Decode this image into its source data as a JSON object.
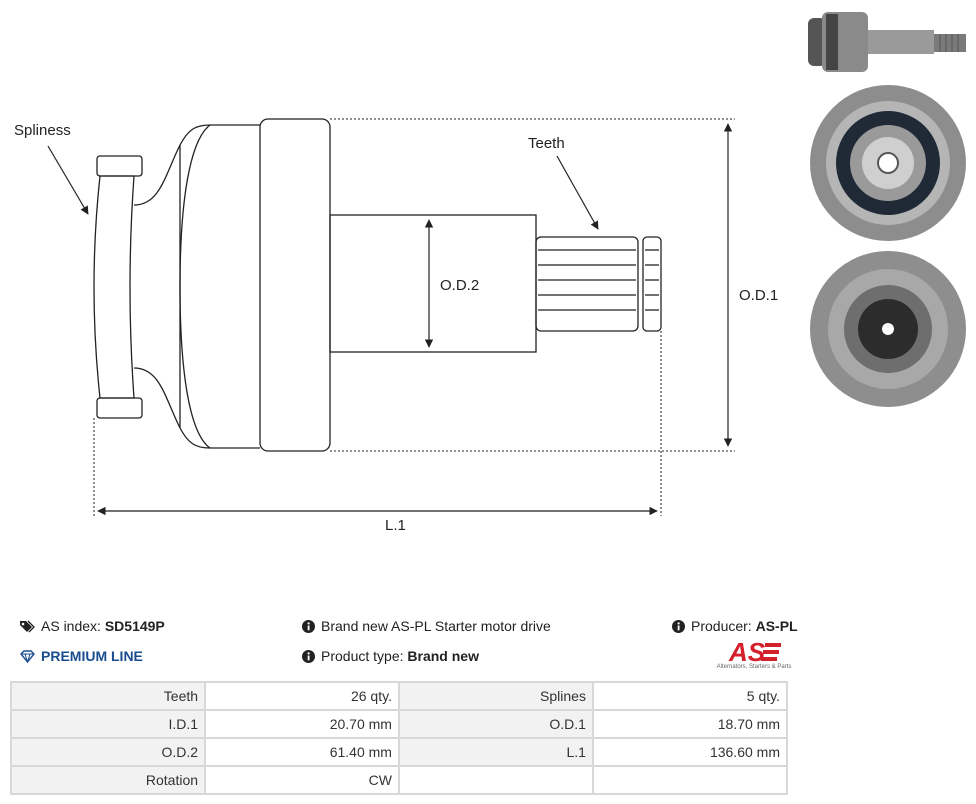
{
  "drawing": {
    "labels": {
      "spliness": "Spliness",
      "teeth": "Teeth",
      "od2": "O.D.2",
      "od1": "O.D.1",
      "l1": "L.1"
    }
  },
  "thumbnails": [
    {
      "name": "side-view-photo"
    },
    {
      "name": "front-view-photo"
    },
    {
      "name": "back-view-photo"
    }
  ],
  "info": {
    "as_index_label": "AS index:",
    "as_index_value": "SD5149P",
    "premium_line": "PREMIUM LINE",
    "description": "Brand new AS-PL Starter motor drive",
    "product_type_label": "Product type:",
    "product_type_value": "Brand new",
    "producer_label": "Producer:",
    "producer_value": "AS-PL",
    "logo_text": "AS",
    "logo_subtext": "Alternators, Starters & Parts"
  },
  "specs": {
    "rows": [
      [
        {
          "label": "Teeth",
          "value": "26 qty."
        },
        {
          "label": "Splines",
          "value": "5 qty."
        }
      ],
      [
        {
          "label": "I.D.1",
          "value": "20.70 mm"
        },
        {
          "label": "O.D.1",
          "value": "18.70 mm"
        }
      ],
      [
        {
          "label": "O.D.2",
          "value": "61.40 mm"
        },
        {
          "label": "L.1",
          "value": "136.60 mm"
        }
      ],
      [
        {
          "label": "Rotation",
          "value": "CW"
        },
        {
          "label": "",
          "value": ""
        }
      ]
    ]
  },
  "colors": {
    "accent": "#1a4d8f",
    "logo_red": "#d4202a",
    "table_label_bg": "#f2f2f2",
    "table_border": "#d8d8d8"
  },
  "icons": [
    "tags-icon",
    "info-icon",
    "gem-icon"
  ]
}
